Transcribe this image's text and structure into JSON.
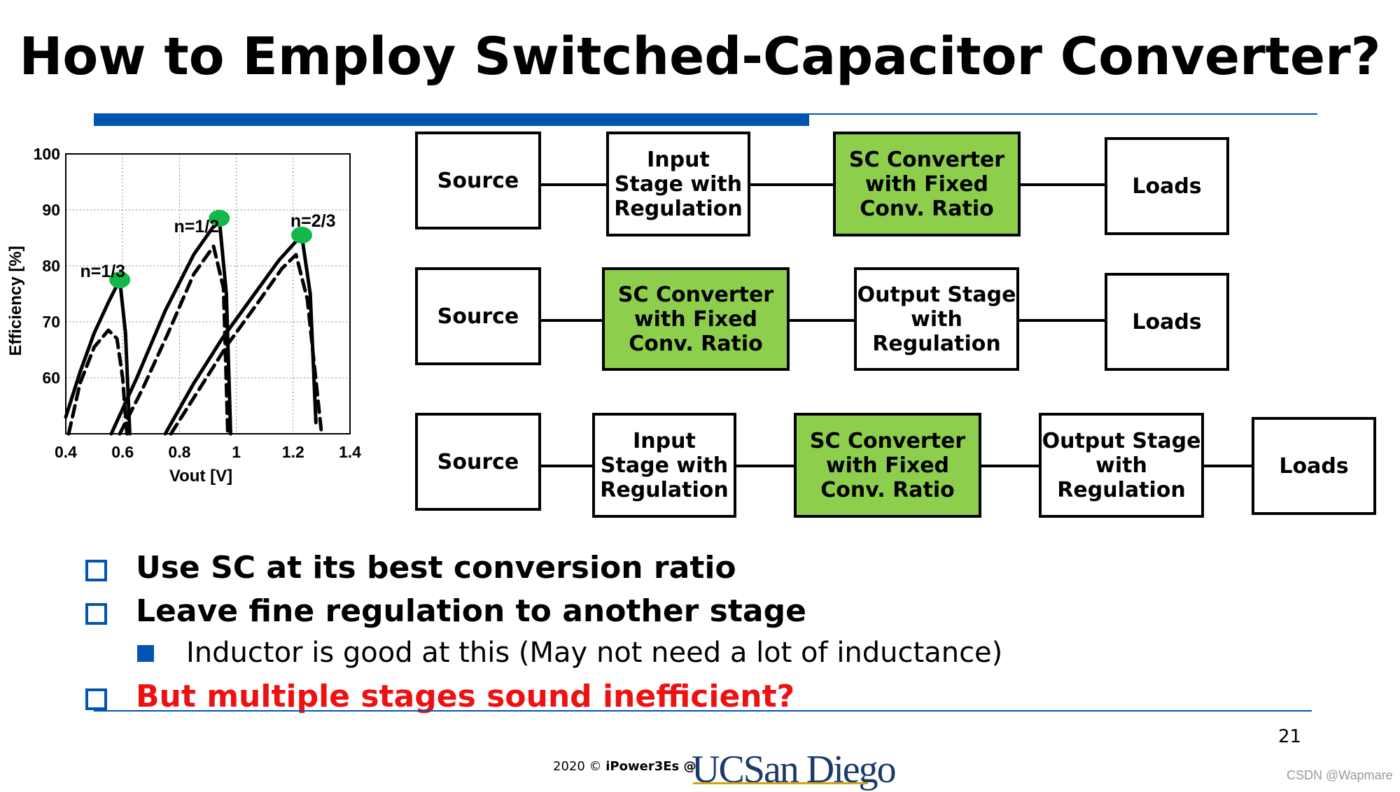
{
  "slide": {
    "title": "How to Employ Switched-Capacitor Converter?",
    "page_number": "21",
    "footer_text": "2020 © ",
    "footer_brand": "iPower3Es @",
    "logo_text": "UCSan Diego",
    "watermark": "CSDN @Wapmare"
  },
  "diagrams": {
    "rows": [
      {
        "boxes": [
          "Source",
          "Input\nStage with\nRegulation",
          "SC Converter\nwith Fixed\nConv. Ratio",
          "Loads"
        ],
        "green": [
          false,
          false,
          true,
          false
        ]
      },
      {
        "boxes": [
          "Source",
          "SC Converter\nwith Fixed\nConv. Ratio",
          "Output Stage\nwith\nRegulation",
          "Loads"
        ],
        "green": [
          false,
          true,
          false,
          false
        ]
      },
      {
        "boxes": [
          "Source",
          "Input\nStage with\nRegulation",
          "SC Converter\nwith Fixed\nConv. Ratio",
          "Output Stage\nwith\nRegulation",
          "Loads"
        ],
        "green": [
          false,
          false,
          true,
          false,
          false
        ]
      }
    ]
  },
  "bullets": [
    {
      "text": "Use SC at its best conversion ratio",
      "level": 1,
      "color": "#000000"
    },
    {
      "text": "Leave fine regulation to another stage",
      "level": 1,
      "color": "#000000"
    },
    {
      "text": "Inductor is good at this (May not need a lot of inductance)",
      "level": 2,
      "color": "#000000"
    },
    {
      "text": "But multiple stages sound inefficient?",
      "level": 1,
      "color": "#ee1111"
    }
  ],
  "colors": {
    "accent": "#0055b3",
    "green": "#8dcf4c",
    "marker": "#12b84a",
    "red": "#ee1111"
  },
  "chart_data": {
    "type": "line",
    "xlabel": "Vout [V]",
    "ylabel": "Efficiency [%]",
    "xlim": [
      0.4,
      1.4
    ],
    "ylim": [
      50,
      100
    ],
    "xticks": [
      "0.4",
      "0.6",
      "0.8",
      "1",
      "1.2",
      "1.4"
    ],
    "yticks": [
      "60",
      "70",
      "80",
      "90",
      "100"
    ],
    "grid": true,
    "annotations": [
      {
        "text": "n=1/3",
        "x": 0.53,
        "y": 78
      },
      {
        "text": "n=1/2",
        "x": 0.86,
        "y": 86
      },
      {
        "text": "n=2/3",
        "x": 1.27,
        "y": 87
      }
    ],
    "markers": [
      {
        "x": 0.59,
        "y": 77.5
      },
      {
        "x": 0.94,
        "y": 88.5
      },
      {
        "x": 1.23,
        "y": 85.5
      }
    ],
    "series": [
      {
        "style": "solid",
        "x": [
          0.4,
          0.45,
          0.5,
          0.55,
          0.59,
          0.61,
          0.625
        ],
        "y": [
          53,
          61,
          68,
          73.5,
          77.5,
          68,
          50
        ]
      },
      {
        "style": "dashed",
        "x": [
          0.41,
          0.45,
          0.5,
          0.55,
          0.58,
          0.6,
          0.615
        ],
        "y": [
          50,
          59,
          65.5,
          68.5,
          67,
          60,
          50
        ]
      },
      {
        "style": "solid",
        "x": [
          0.56,
          0.65,
          0.75,
          0.85,
          0.94,
          0.965,
          0.98
        ],
        "y": [
          50,
          60,
          72,
          82,
          88.5,
          75,
          50
        ]
      },
      {
        "style": "dashed",
        "x": [
          0.59,
          0.67,
          0.76,
          0.85,
          0.92,
          0.955,
          0.97
        ],
        "y": [
          50,
          58,
          68,
          78.5,
          83.5,
          76,
          50
        ]
      },
      {
        "style": "solid",
        "x": [
          0.75,
          0.85,
          0.95,
          1.05,
          1.15,
          1.23,
          1.26,
          1.28
        ],
        "y": [
          50,
          59,
          67,
          74,
          81,
          85.5,
          75,
          52
        ]
      },
      {
        "style": "dashed",
        "x": [
          0.77,
          0.87,
          0.97,
          1.07,
          1.16,
          1.21,
          1.25,
          1.3
        ],
        "y": [
          50,
          58,
          66,
          73,
          79.5,
          82,
          74,
          50
        ]
      }
    ]
  }
}
